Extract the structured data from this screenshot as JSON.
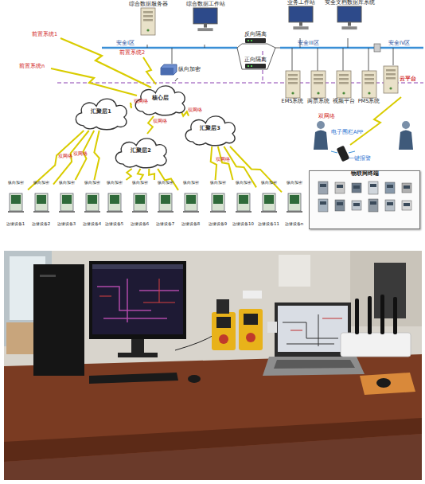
{
  "diagram": {
    "nodes": [
      {
        "text": [
          "综合数据服务器"
        ]
      },
      {
        "text": [
          "综合数据工作站"
        ]
      },
      {
        "text": [
          "反向隔离"
        ]
      },
      {
        "text": [
          "正向隔离"
        ]
      },
      {
        "text": [
          "业务工作站"
        ]
      },
      {
        "text": [
          "安全文档数据库系统"
        ]
      },
      {
        "text": [
          "纵向加密"
        ]
      },
      {
        "text": [
          "核心层"
        ]
      },
      {
        "text": [
          "汇聚层1"
        ]
      },
      {
        "text": [
          "汇聚层2"
        ]
      },
      {
        "text": [
          "汇聚层3"
        ]
      },
      {
        "text": [
          "EMS系统"
        ]
      },
      {
        "text": [
          "两票系统"
        ]
      },
      {
        "text": [
          "视频平台"
        ]
      },
      {
        "text": [
          "PMS系统"
        ]
      },
      {
        "text": [
          "云平台"
        ]
      },
      {
        "text": [
          "物联网终端"
        ]
      },
      {
        "text": [
          "纵向加密",
          "边缘设备1"
        ]
      },
      {
        "text": [
          "纵向加密",
          "边缘设备2"
        ]
      },
      {
        "text": [
          "纵向加密",
          "边缘设备3"
        ]
      },
      {
        "text": [
          "纵向加密",
          "边缘设备4"
        ]
      },
      {
        "text": [
          "纵向加密",
          "边缘设备5"
        ]
      },
      {
        "text": [
          "纵向加密",
          "边缘设备6"
        ]
      },
      {
        "text": [
          "纵向加密",
          "边缘设备7"
        ]
      },
      {
        "text": [
          "纵向加密",
          "边缘设备8"
        ]
      },
      {
        "text": [
          "纵向加密",
          "边缘设备9"
        ]
      },
      {
        "text": [
          "纵向加密",
          "边缘设备10"
        ]
      },
      {
        "text": [
          "纵向加密",
          "边缘设备11"
        ]
      },
      {
        "text": [
          "纵向加密",
          "边缘设备n"
        ]
      }
    ],
    "edges": [
      {
        "from": 6,
        "to": 7,
        "arrow": "none"
      },
      {
        "from": 7,
        "to": 8,
        "label": "双网络",
        "arrow": "none"
      },
      {
        "from": 7,
        "to": 9,
        "label": "双网络",
        "arrow": "none"
      },
      {
        "from": 7,
        "to": 10,
        "label": "双网络",
        "arrow": "none"
      },
      {
        "from": 8,
        "to": 17,
        "label": "双网络",
        "arrow": "none"
      },
      {
        "from": 8,
        "to": 18,
        "label": "双网络",
        "arrow": "none"
      },
      {
        "from": 8,
        "to": 19,
        "arrow": "none"
      },
      {
        "from": 8,
        "to": 20,
        "arrow": "none"
      },
      {
        "from": 9,
        "to": 21,
        "arrow": "none"
      },
      {
        "from": 9,
        "to": 22,
        "arrow": "none"
      },
      {
        "from": 9,
        "to": 23,
        "arrow": "none"
      },
      {
        "from": 9,
        "to": 24,
        "arrow": "none"
      },
      {
        "from": 10,
        "to": 25,
        "label": "双网络",
        "arrow": "none"
      },
      {
        "from": 10,
        "to": 26,
        "arrow": "none"
      },
      {
        "from": 10,
        "to": 27,
        "arrow": "none"
      },
      {
        "from": 10,
        "to": 28,
        "arrow": "none"
      }
    ],
    "labels": [
      "安全I区",
      "安全III区",
      "安全IV区",
      "前置系统1",
      "前置系统n",
      "前置系统2",
      "双网络",
      "电子围栏APP",
      "一键报警"
    ]
  }
}
